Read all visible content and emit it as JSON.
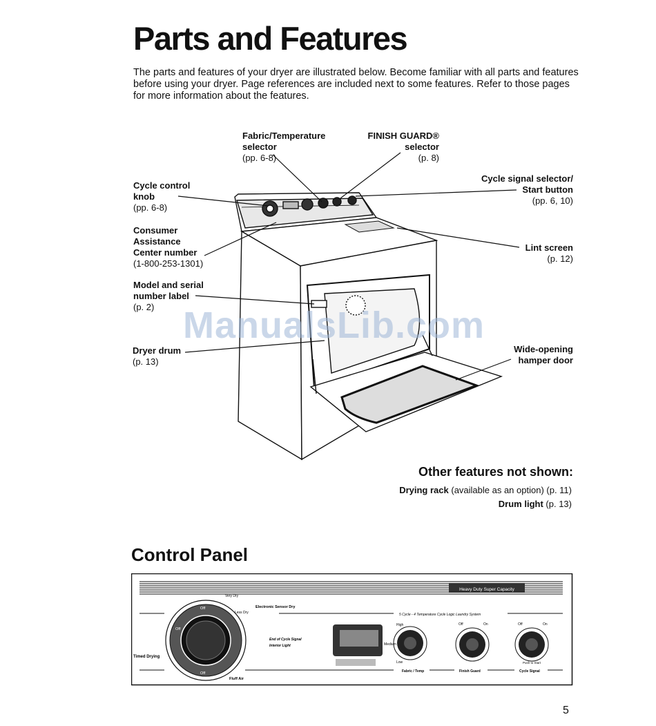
{
  "title": "Parts and Features",
  "intro": "The parts and features of your dryer are illustrated below. Become familiar with all parts and features before using your dryer. Page references are included next to some features. Refer to those pages for more information about the features.",
  "callouts": {
    "fabric_temp": {
      "line1": "Fabric/Temperature",
      "line2": "selector",
      "ref": "(pp. 6-8)"
    },
    "finish_guard": {
      "line1": "FINISH GUARD®",
      "line2": "selector",
      "ref": "(p. 8)"
    },
    "cycle_signal": {
      "line1": "Cycle signal selector/",
      "line2": "Start button",
      "ref": "(pp. 6, 10)"
    },
    "cycle_control": {
      "line1": "Cycle control",
      "line2": "knob",
      "ref": "(pp. 6-8)"
    },
    "consumer": {
      "line1": "Consumer",
      "line2": "Assistance",
      "line3": "Center number",
      "ref": "(1-800-253-1301)"
    },
    "model_serial": {
      "line1": "Model and serial",
      "line2": "number label",
      "ref": "(p. 2)"
    },
    "lint_screen": {
      "line1": "Lint screen",
      "ref": "(p. 12)"
    },
    "dryer_drum": {
      "line1": "Dryer drum",
      "ref": "(p. 13)"
    },
    "hamper_door": {
      "line1": "Wide-opening",
      "line2": "hamper door"
    }
  },
  "watermark": "ManualsLib.com",
  "other_features": {
    "heading": "Other features not shown:",
    "items": [
      {
        "name": "Drying rack",
        "detail": "(available as an option) (p. 11)"
      },
      {
        "name": "Drum light",
        "detail": "(p. 13)"
      }
    ]
  },
  "control_panel": {
    "title": "Control Panel",
    "labels": {
      "timed_drying": "Timed Drying",
      "electronic_sensor_dry": "Electronic Sensor Dry",
      "end_of_cycle": "End of Cycle Signal",
      "interior_light": "Interior Light",
      "logic_text": "5 Cycle - 4 Temperature Cycle Logic Laundry System",
      "brand_band": "Heavy Duty Super Capacity",
      "fabric_temp": "Fabric / Temp",
      "finish_guard": "Finish Guard",
      "cycle_signal": "Cycle Signal",
      "high": "High",
      "medium": "Medium",
      "low": "Low",
      "off": "Off",
      "on": "On",
      "push_to_start": "Push to Start",
      "fluff_air": "Fluff Air",
      "less_dry": "Less Dry",
      "very_dry": "Very Dry"
    }
  },
  "page_number": "5"
}
